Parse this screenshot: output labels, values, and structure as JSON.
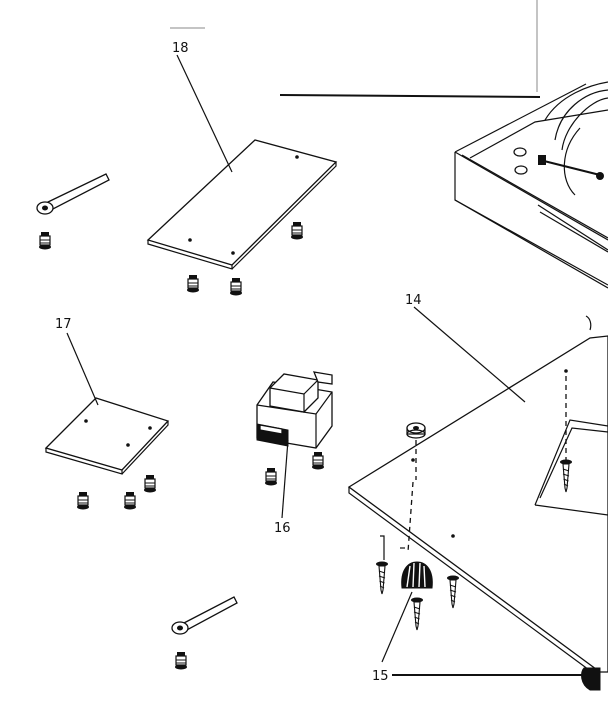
{
  "callouts": {
    "part_14": "14",
    "part_15": "15",
    "part_16": "16",
    "part_17": "17",
    "part_18": "18"
  },
  "colors": {
    "ink": "#111111",
    "paper": "#ffffff"
  }
}
